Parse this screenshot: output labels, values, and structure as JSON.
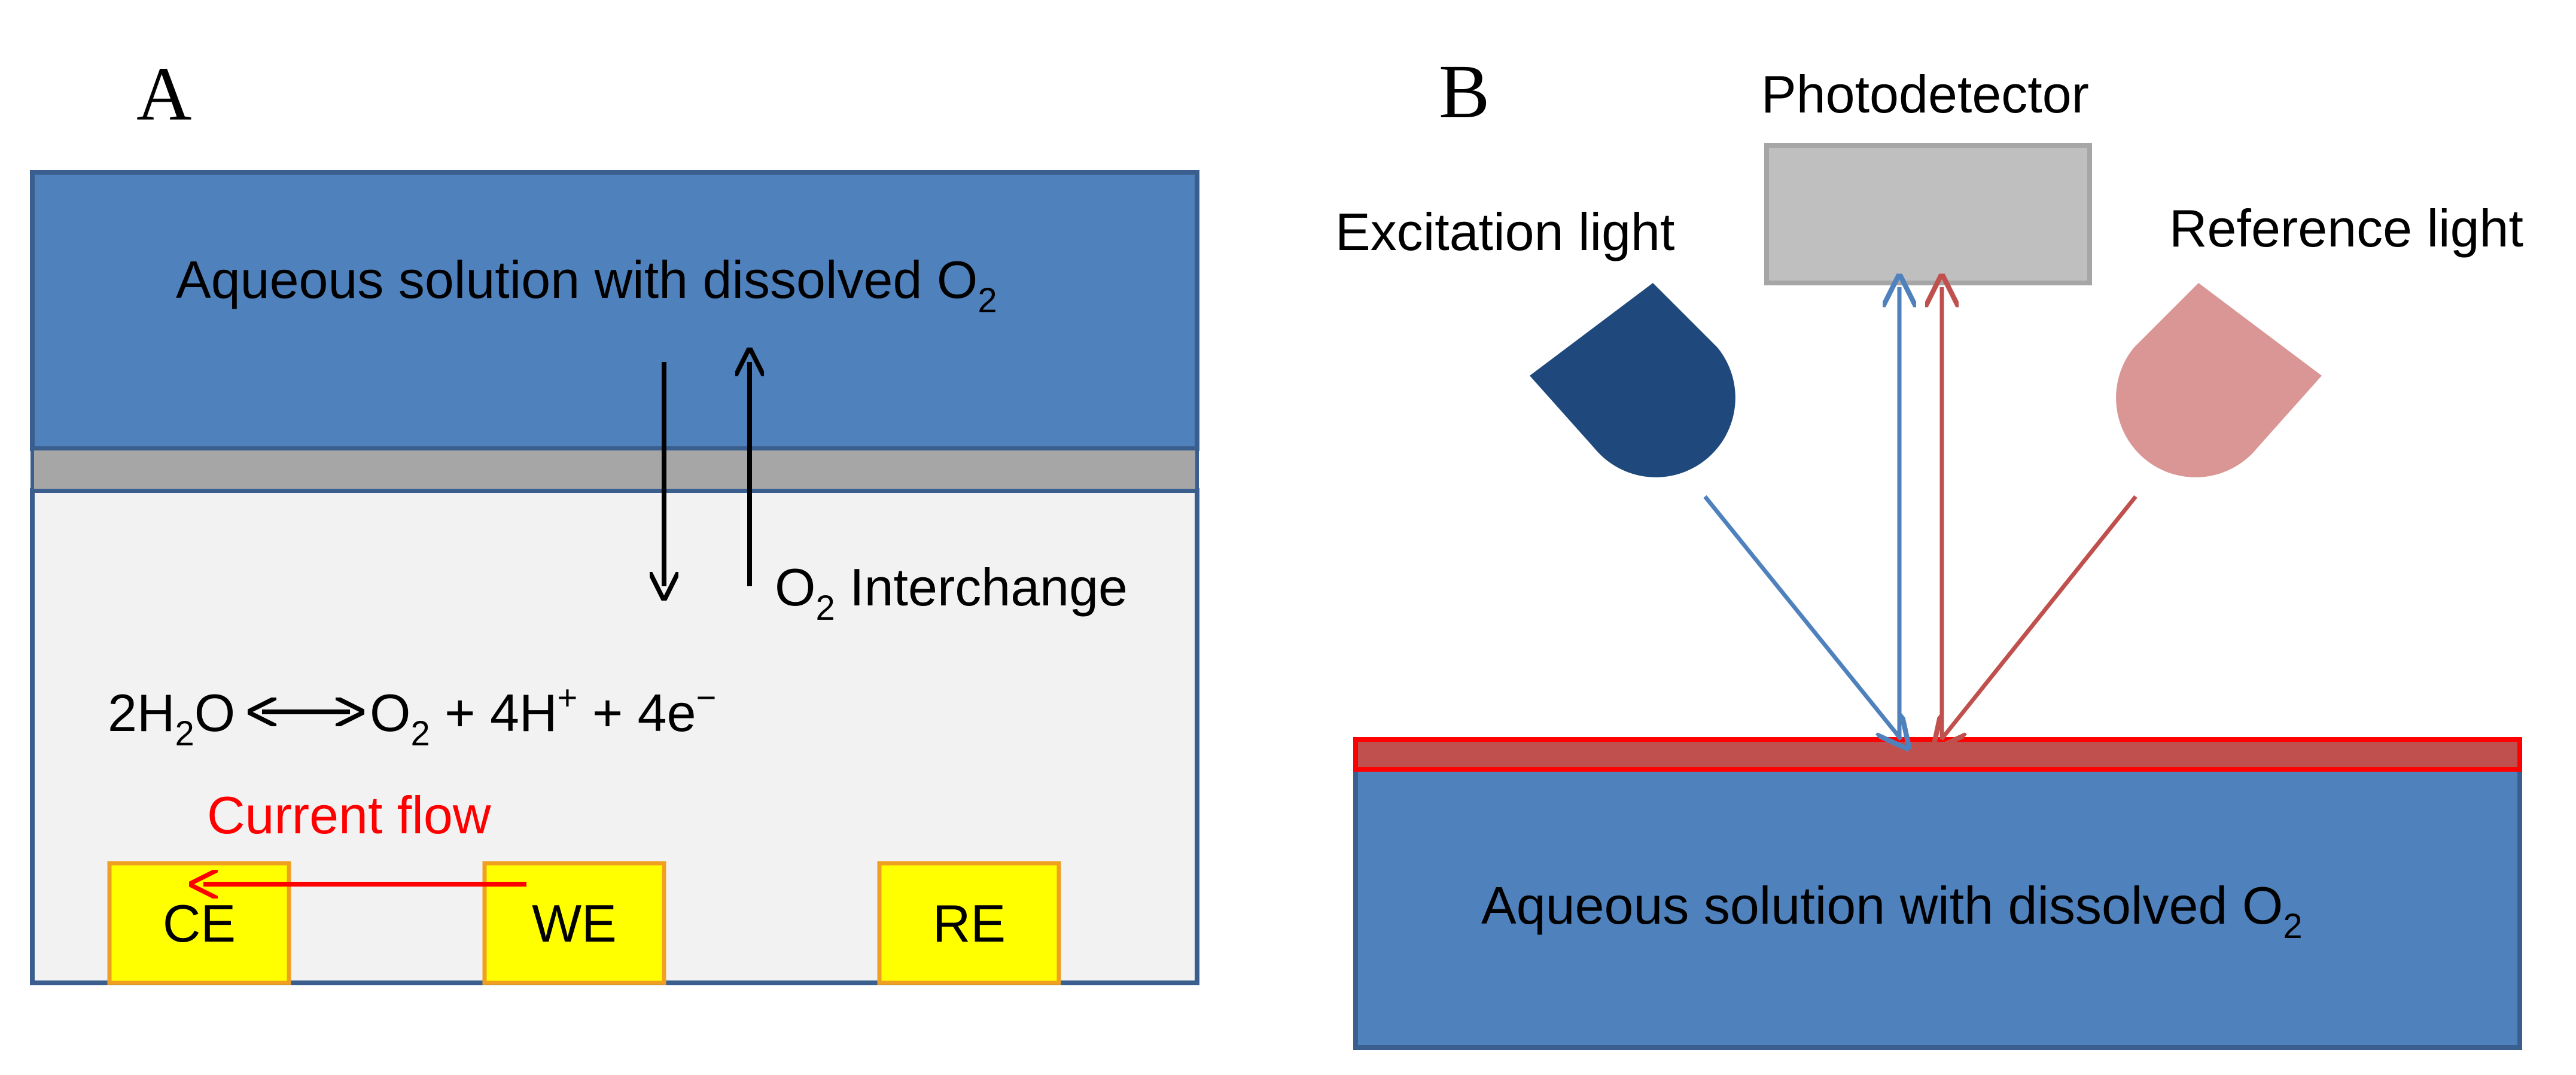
{
  "panel_a": {
    "label": "A",
    "solution_text": "Aqueous solution with dissolved O",
    "solution_sub": "2",
    "interchange_pre": "O",
    "interchange_sub": "2",
    "interchange_post": " Interchange",
    "reaction_left_a": "2H",
    "reaction_left_sub": "2",
    "reaction_left_b": "O",
    "reaction_right_a": "O",
    "reaction_right_sub": "2",
    "reaction_right_b": " + 4H",
    "reaction_right_sup1": "+",
    "reaction_right_c": " + 4e",
    "reaction_right_sup2": "−",
    "current_flow": "Current flow",
    "electrodes": [
      "CE",
      "WE",
      "RE"
    ]
  },
  "panel_b": {
    "label": "B",
    "photodetector": "Photodetector",
    "excitation": "Excitation light",
    "reference": "Reference light",
    "solution_text": "Aqueous solution with dissolved O",
    "solution_sub": "2"
  },
  "colors": {
    "solution_blue": "#4f81bd",
    "border_blue": "#3a5f8f",
    "membrane_gray": "#a6a6a6",
    "chamber_gray": "#f2f2f2",
    "electrode_yellow": "#ffff00",
    "electrode_border": "#f0a020",
    "current_red": "#ff0000",
    "excitation_dark": "#1f497d",
    "excitation_ray": "#4f81bd",
    "reference_pink": "#d99694",
    "reference_ray": "#c0504d",
    "detector_gray": "#bfbfbf",
    "sensor_film": "#c0504d"
  }
}
